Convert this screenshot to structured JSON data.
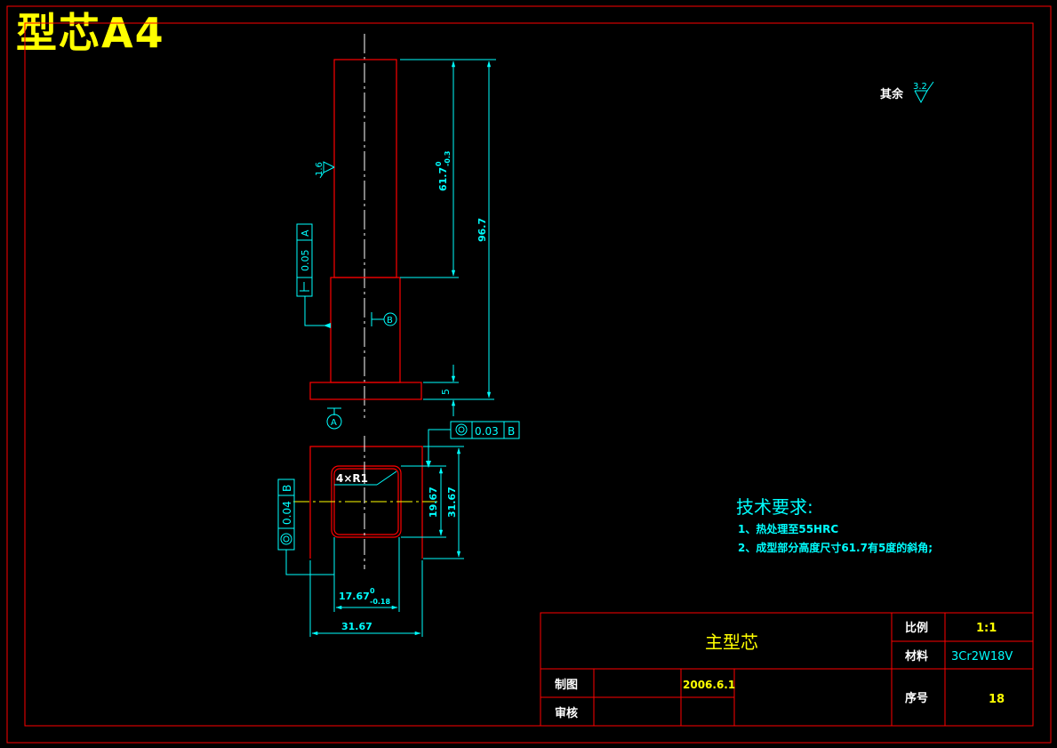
{
  "header": {
    "title": "型芯A4"
  },
  "roughness": {
    "rest_label": "其余",
    "rest_value": "3.2",
    "shaft_value": "1.6"
  },
  "tolerances": {
    "perp": {
      "value": "0.05",
      "datum": "A"
    },
    "conc_top": {
      "value": "0.03",
      "datum": "B"
    },
    "conc_left": {
      "value": "0.04",
      "datum": "B"
    }
  },
  "datums": {
    "a": "A",
    "b": "B"
  },
  "dimensions": {
    "shaft_height": "61.7",
    "shaft_height_upper": "0",
    "shaft_height_lower": "-0.3",
    "total_height": "96.7",
    "flange": "5",
    "fillet": "4×R1",
    "inner_height": "19.67",
    "outer_height": "31.67",
    "inner_width": "17.67",
    "inner_width_upper": "0",
    "inner_width_lower": "-0.18",
    "outer_width": "31.67"
  },
  "requirements": {
    "title": "技术要求:",
    "items": [
      "1、热处理至55HRC",
      "2、成型部分高度尺寸61.7有5度的斜角;"
    ]
  },
  "title_block": {
    "part_name": "主型芯",
    "scale_label": "比例",
    "scale_value": "1:1",
    "material_label": "材料",
    "material_value": "3Cr2W18V",
    "drawn_label": "制图",
    "drawn_date": "2006.6.1",
    "checked_label": "审核",
    "seq_label": "序号",
    "seq_value": "18"
  },
  "colors": {
    "border": "#ff0000",
    "dimension": "#00ffff",
    "title": "#ffff00",
    "centerline": "#ffffff"
  }
}
